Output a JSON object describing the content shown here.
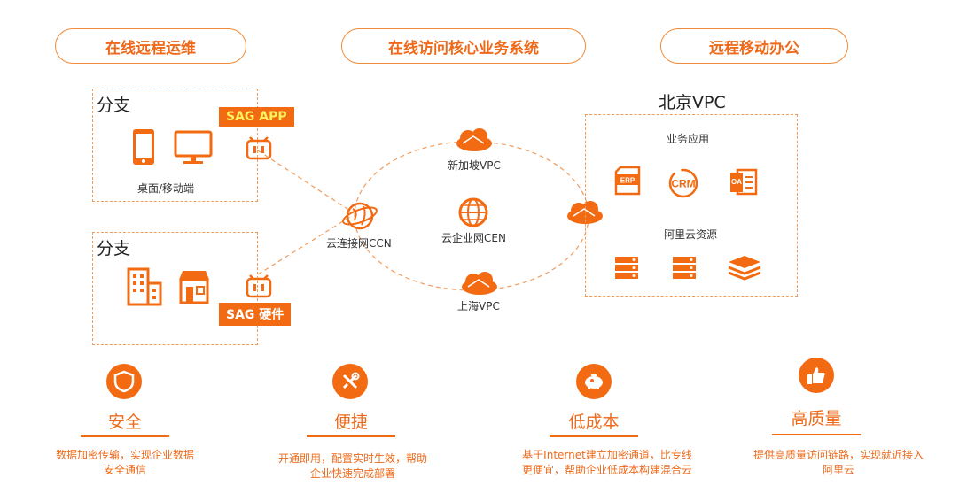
{
  "headers": {
    "ops": "在线远程运维",
    "access": "在线访问核心业务系统",
    "office": "远程移动办公"
  },
  "branch1": {
    "title": "分支",
    "tag": "SAG APP",
    "caption": "桌面/移动端"
  },
  "branch2": {
    "title": "分支",
    "tag": "SAG 硬件"
  },
  "network": {
    "ccn": "云连接网CCN",
    "cen": "云企业网CEN",
    "singapore": "新加坡VPC",
    "shanghai": "上海VPC"
  },
  "beijing": {
    "title": "北京VPC",
    "apps_label": "业务应用",
    "apps": [
      "ERP",
      "CRM",
      "OA"
    ],
    "resources_label": "阿里云资源"
  },
  "features": [
    {
      "icon": "shield-icon",
      "title": "安全",
      "desc": [
        "数据加密传输，实现企业数据",
        "安全通信"
      ]
    },
    {
      "icon": "tools-icon",
      "title": "便捷",
      "desc": [
        "开通即用，配置实时生效，帮助",
        "企业快速完成部署"
      ]
    },
    {
      "icon": "piggy-bank-icon",
      "title": "低成本",
      "desc": [
        "基于Internet建立加密通道，比专线",
        "更便宜，帮助企业低成本构建混合云"
      ]
    },
    {
      "icon": "thumbs-up-icon",
      "title": "高质量",
      "desc": [
        "提供高质量访问链路，实现就近接入",
        "阿里云"
      ]
    }
  ],
  "colors": {
    "accent": "#f26b12",
    "dash": "#f29c5c"
  }
}
